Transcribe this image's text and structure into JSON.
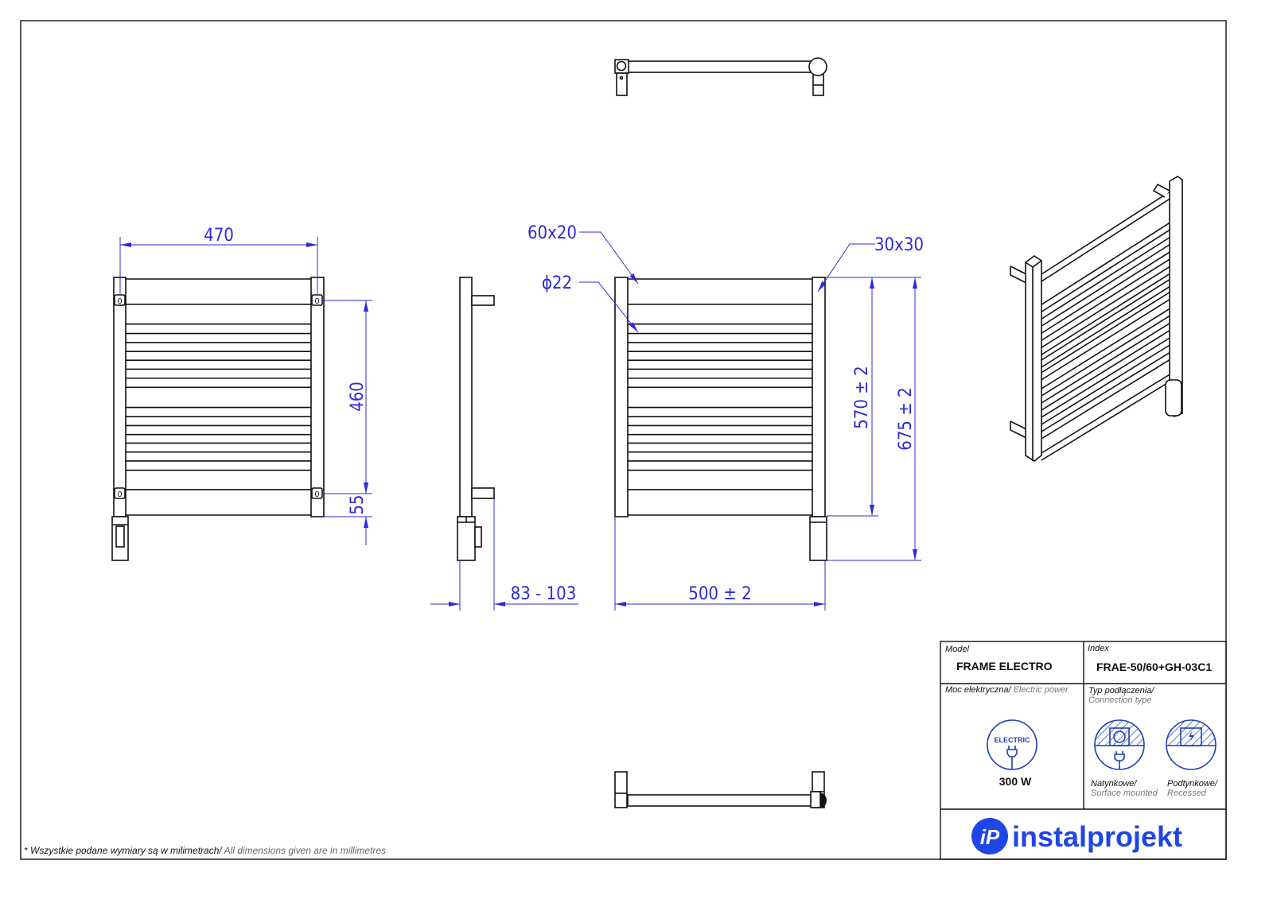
{
  "dimensions": {
    "front_width": "470",
    "bracket_spacing": "460",
    "bottom_offset": "55",
    "wall_distance": "83 - 103",
    "overall_width": "500  ± 2",
    "bracket_height": "570  ± 2",
    "overall_height": "675  ± 2",
    "post_profile": "60x20",
    "bar_diameter": "ϕ22",
    "side_profile": "30x30"
  },
  "bracket_marks": [
    "0",
    "0",
    "0",
    "0"
  ],
  "title_block": {
    "model_label": "Model",
    "model_value": "FRAME ELECTRO",
    "index_label": "Index",
    "index_value": "FRAE-50/60+GH-03C1",
    "power_label_pl": "Moc elektryczna/",
    "power_label_en": " Electric power",
    "power_icon_text": "ELECTRIC",
    "power_value": "300 W",
    "connection_label_pl": "Typ podłączenia/",
    "connection_label_en": "Connection type",
    "surface_pl": "Natynkowe/",
    "surface_en": "Surface mounted",
    "recessed_pl": "Podtynkowe/",
    "recessed_en": "Recessed",
    "brand": "instalprojekt",
    "brand_mark": "iP"
  },
  "footnote": {
    "pl": "* Wszystkie podane wymiary są w milimetrach/",
    "en": " All dimensions given are in millimetres"
  },
  "colors": {
    "dimension": "#2b2bd6",
    "brand": "#1f45e6",
    "icon": "#1c3fb8"
  }
}
